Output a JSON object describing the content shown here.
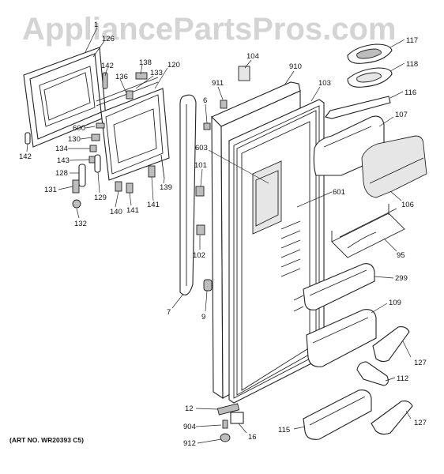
{
  "watermark": "AppliancePartsPros.com",
  "art_number": "(ART NO. WR20393 C5)",
  "part_labels": {
    "p1": "1",
    "p126": "126",
    "p142a": "142",
    "p136": "136",
    "p138": "138",
    "p133": "133",
    "p120": "120",
    "p600": "600",
    "p130": "130",
    "p134": "134",
    "p142b": "142",
    "p143": "143",
    "p128": "128",
    "p131": "131",
    "p132": "132",
    "p129": "129",
    "p140": "140",
    "p141": "141",
    "p139": "139",
    "p104": "104",
    "p910": "910",
    "p911": "911",
    "p6": "6",
    "p603": "603",
    "p101": "101",
    "p102": "102",
    "p7": "7",
    "p9": "9",
    "p103": "103",
    "p601": "601",
    "p117": "117",
    "p118": "118",
    "p116": "116",
    "p107": "107",
    "p106": "106",
    "p95": "95",
    "p299": "299",
    "p109": "109",
    "p127a": "127",
    "p112": "112",
    "p127b": "127",
    "p115": "115",
    "p12": "12",
    "p904": "904",
    "p16": "16",
    "p912": "912"
  },
  "colors": {
    "watermark": "#d4d4d4",
    "ink": "#222222",
    "background": "#ffffff"
  }
}
